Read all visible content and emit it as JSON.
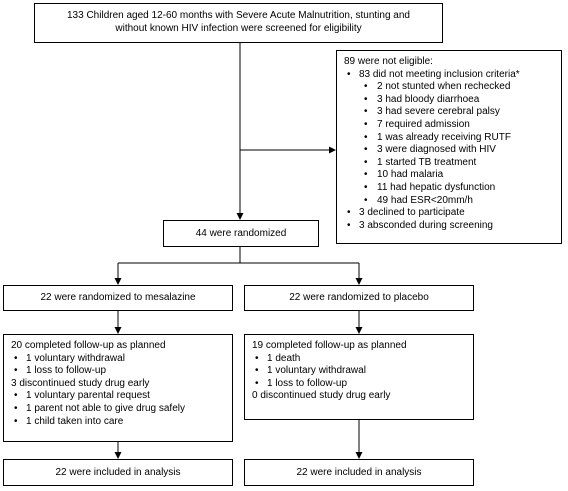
{
  "screening": {
    "line1": "133 Children aged 12-60 months with Severe Acute Malnutrition, stunting and",
    "line2": "without known HIV infection were screened for eligibility"
  },
  "exclusion": {
    "title": "89 were not eligible:",
    "criteria_heading": "83 did not meeting inclusion criteria*",
    "criteria": [
      "2 not stunted when rechecked",
      "3 had bloody diarrhoea",
      "3 had severe cerebral palsy",
      "7 required admission",
      "1 was already receiving RUTF",
      "3 were diagnosed with HIV",
      "1 started TB treatment",
      "10 had malaria",
      "11 had hepatic dysfunction",
      "49 had ESR<20mm/h"
    ],
    "declined": "3 declined to participate",
    "absconded": "3 absconded during screening"
  },
  "randomized": "44 were randomized",
  "mesalazine": {
    "allocation": "22 were randomized to mesalazine",
    "followup_heading": "20 completed follow-up as planned",
    "followup": [
      "1 voluntary withdrawal",
      "1 loss to follow-up"
    ],
    "discontinued_heading": "3 discontinued study drug early",
    "discontinued": [
      "1 voluntary parental request",
      "1 parent not able to give drug safely",
      "1 child taken into care"
    ],
    "analysis": "22 were included in analysis"
  },
  "placebo": {
    "allocation": "22 were randomized to placebo",
    "followup_heading": "19 completed follow-up as planned",
    "followup": [
      "1 death",
      "1 voluntary withdrawal",
      "1 loss to follow-up"
    ],
    "discontinued_heading": "0 discontinued study drug early",
    "analysis": "22 were included in analysis"
  },
  "bullet": "•"
}
